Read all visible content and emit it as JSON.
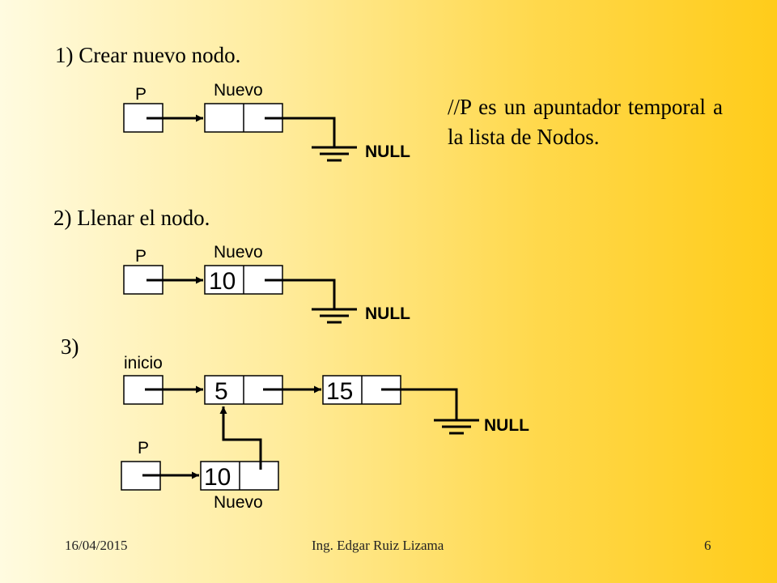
{
  "slide": {
    "step1": "1) Crear nuevo nodo.",
    "step2": "2) Llenar el nodo.",
    "step3": "3)",
    "note": "//P es un apuntador temporal a la lista de Nodos."
  },
  "diagram1": {
    "pointer": "P",
    "node_label": "Nuevo",
    "node_value": "",
    "null_label": "NULL"
  },
  "diagram2": {
    "pointer": "P",
    "node_label": "Nuevo",
    "node_value": "10",
    "null_label": "NULL"
  },
  "diagram3": {
    "head_pointer": "inicio",
    "nodes": [
      "5",
      "15"
    ],
    "null_label": "NULL",
    "temp_pointer": "P",
    "new_node_value": "10",
    "new_node_label": "Nuevo"
  },
  "footer": {
    "date": "16/04/2015",
    "author": "Ing. Edgar Ruiz Lizama",
    "page": "6"
  }
}
